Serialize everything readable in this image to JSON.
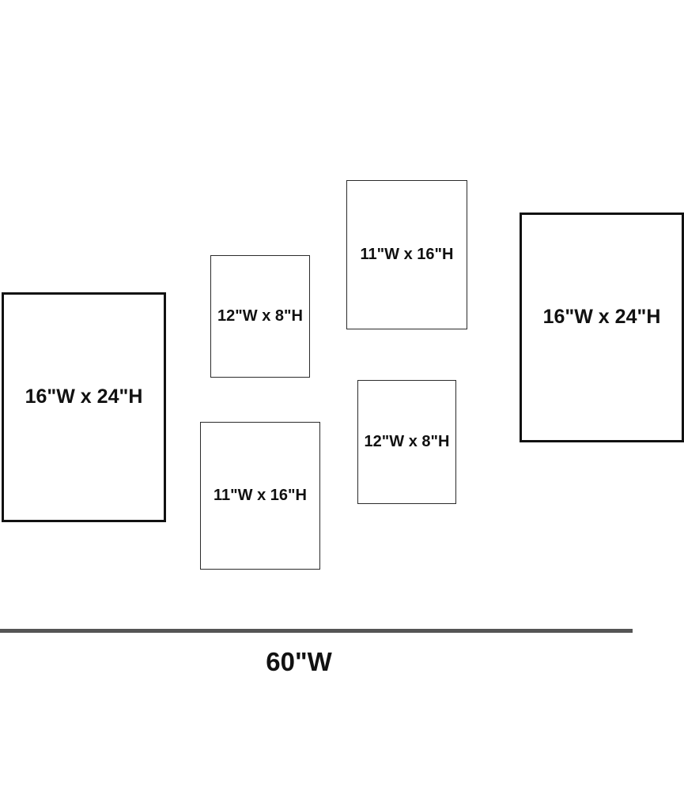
{
  "diagram": {
    "type": "gallery-wall-layout",
    "colors": {
      "background": "#ffffff",
      "thick_frame_border": "#111111",
      "thin_frame_border": "#2b2b2b",
      "wall_line": "#555555",
      "text": "#111111"
    },
    "frames": [
      {
        "id": "frame-left-16x24",
        "label": "16\"W x 24\"H",
        "border": "thick"
      },
      {
        "id": "frame-upper-12x8",
        "label": "12\"W x 8\"H",
        "border": "thin"
      },
      {
        "id": "frame-upper-11x16",
        "label": "11\"W x 16\"H",
        "border": "thin"
      },
      {
        "id": "frame-lower-11x16",
        "label": "11\"W x 16\"H",
        "border": "thin"
      },
      {
        "id": "frame-lower-12x8",
        "label": "12\"W x 8\"H",
        "border": "thin"
      },
      {
        "id": "frame-right-16x24",
        "label": "16\"W x 24\"H",
        "border": "thick"
      }
    ],
    "wall": {
      "width_label": "60\"W"
    }
  }
}
